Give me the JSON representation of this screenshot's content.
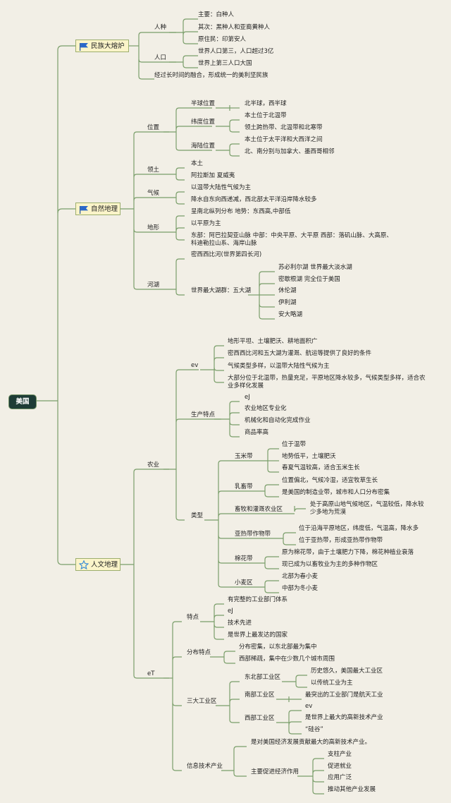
{
  "root": "美国",
  "sections": [
    {
      "label": "民族大熔炉",
      "icon": "blue-flag-icon",
      "children": [
        {
          "label": "人种",
          "children": [
            {
              "label": "主要：白种人"
            },
            {
              "label": "其次：黑种人和亚裔黄种人"
            },
            {
              "label": "原住民：印第安人"
            }
          ]
        },
        {
          "label": "人口",
          "children": [
            {
              "label": "世界人口第三，人口超过3亿"
            },
            {
              "label": "世界上第三人口大国"
            }
          ]
        },
        {
          "label": "经过长时间的融合，形成统一的美利坚民族"
        }
      ]
    },
    {
      "label": "自然地理",
      "icon": "blue-flag-icon",
      "children": [
        {
          "label": "位置",
          "children": [
            {
              "label": "半球位置",
              "children": [
                {
                  "label": "北半球，西半球"
                }
              ]
            },
            {
              "label": "纬度位置",
              "children": [
                {
                  "label": "本土位于北温带"
                },
                {
                  "label": "领土跨热带、北温带和北寒带"
                }
              ]
            },
            {
              "label": "海陆位置",
              "children": [
                {
                  "label": "本土位于太平洋和大西洋之间"
                },
                {
                  "label": "北、南分别与加拿大、墨西哥相邻"
                }
              ]
            }
          ]
        },
        {
          "label": "领土",
          "children": [
            {
              "label": "本土"
            },
            {
              "label": "阿拉斯加 夏威夷"
            }
          ]
        },
        {
          "label": "气候",
          "children": [
            {
              "label": "以温带大陆性气候为主"
            },
            {
              "label": "降水自东向西递减，西北部太平洋沿岸降水较多"
            }
          ]
        },
        {
          "label": "地形",
          "children": [
            {
              "label": "呈南北纵列分布 地势：东西高,中部低"
            },
            {
              "label": "以平原为主"
            },
            {
              "label": "东部：阿巴拉契亚山脉 中部：中央平原、大平原 西部：落矶山脉、大高原、科迪勒拉山系、海岸山脉"
            }
          ]
        },
        {
          "label": "河湖",
          "children": [
            {
              "label": "密西西比河(世界第四长河)"
            },
            {
              "label": "世界最大湖群：五大湖",
              "children": [
                {
                  "label": "苏必利尔湖 世界最大淡水湖"
                },
                {
                  "label": "密歇根湖 完全位于美国"
                },
                {
                  "label": "休伦湖"
                },
                {
                  "label": "伊利湖"
                },
                {
                  "label": "安大略湖"
                }
              ]
            }
          ]
        }
      ]
    },
    {
      "label": "人文地理",
      "icon": "star-icon",
      "children": [
        {
          "label": "农业",
          "children": [
            {
              "label": "ev",
              "children": [
                {
                  "label": "地形平坦、土壤肥沃、耕地面积广"
                },
                {
                  "label": "密西西比河和五大湖为灌溉、航运等提供了良好的条件"
                },
                {
                  "label": "气候类型多样，以温带大陆性气候为主"
                },
                {
                  "label": "大部分位于北温带，热量充足，平原地区降水较多，气候类型多样，适合农业多样化发展"
                }
              ]
            },
            {
              "label": "生产特点",
              "children": [
                {
                  "label": "eJ"
                },
                {
                  "label": "农业地区专业化"
                },
                {
                  "label": "机械化和自动化完成作业"
                },
                {
                  "label": "商品率高"
                }
              ]
            },
            {
              "label": "类型",
              "children": [
                {
                  "label": "玉米带",
                  "children": [
                    {
                      "label": "位于温带"
                    },
                    {
                      "label": "地势低平，土壤肥沃"
                    },
                    {
                      "label": "春夏气温较高，适合玉米生长"
                    }
                  ]
                },
                {
                  "label": "乳畜带",
                  "children": [
                    {
                      "label": "位置偏北，气候冷湿，适宜牧草生长"
                    },
                    {
                      "label": "是美国的制造业带，城市和人口分布密集"
                    }
                  ]
                },
                {
                  "label": "畜牧和灌溉农业区",
                  "children": [
                    {
                      "label": "处于高原山地气候地区，气温较低，降水较少多地为荒漠"
                    }
                  ]
                },
                {
                  "label": "亚热带作物带",
                  "children": [
                    {
                      "label": "位于沿海平原地区，纬度低，气温高，降水多"
                    },
                    {
                      "label": "位于亚热带，形成亚热带作物带"
                    }
                  ]
                },
                {
                  "label": "棉花带",
                  "children": [
                    {
                      "label": "原为棉花带，由于土壤肥力下降，棉花种植业衰落"
                    },
                    {
                      "label": "现已成为以畜牧业为主的多种作物区"
                    }
                  ]
                },
                {
                  "label": "小麦区",
                  "children": [
                    {
                      "label": "北部为春小麦"
                    },
                    {
                      "label": "中部为冬小麦"
                    }
                  ]
                }
              ]
            }
          ]
        },
        {
          "label": "eT",
          "children": [
            {
              "label": "特点",
              "children": [
                {
                  "label": "有完整的工业部门体系"
                },
                {
                  "label": "eJ"
                },
                {
                  "label": "技术先进"
                },
                {
                  "label": "是世界上最发达的国家"
                }
              ]
            },
            {
              "label": "分布特点",
              "children": [
                {
                  "label": "分布密集，以东北部最为集中"
                },
                {
                  "label": "西部稀疏，集中在少数几个城市周围"
                }
              ]
            },
            {
              "label": "三大工业区",
              "children": [
                {
                  "label": "东北部工业区",
                  "children": [
                    {
                      "label": "历史悠久，美国最大工业区"
                    },
                    {
                      "label": "以传统工业为主"
                    }
                  ]
                },
                {
                  "label": "南部工业区",
                  "children": [
                    {
                      "label": "最突出的工业部门是航天工业"
                    }
                  ]
                },
                {
                  "label": "西部工业区",
                  "children": [
                    {
                      "label": "ev"
                    },
                    {
                      "label": "是世界上最大的高新技术产业"
                    },
                    {
                      "label": "“硅谷”"
                    }
                  ]
                }
              ]
            },
            {
              "label": "信息技术产业",
              "children": [
                {
                  "label": "是对美国经济发展贡献最大的高新技术产业。"
                },
                {
                  "label": "主要促进经济作用",
                  "children": [
                    {
                      "label": "支柱产业"
                    },
                    {
                      "label": "促进就业"
                    },
                    {
                      "label": "应用广泛"
                    },
                    {
                      "label": "推动其他产业发展"
                    }
                  ]
                }
              ]
            }
          ]
        }
      ]
    }
  ],
  "colors": {
    "background": "#f2efe6",
    "line": "#7a9e6a",
    "root_fill": "#1e3c36",
    "topic_fill": "#fbf4c9",
    "flag_icon": "#2a67c9",
    "star_icon": "#3f8fd6"
  }
}
